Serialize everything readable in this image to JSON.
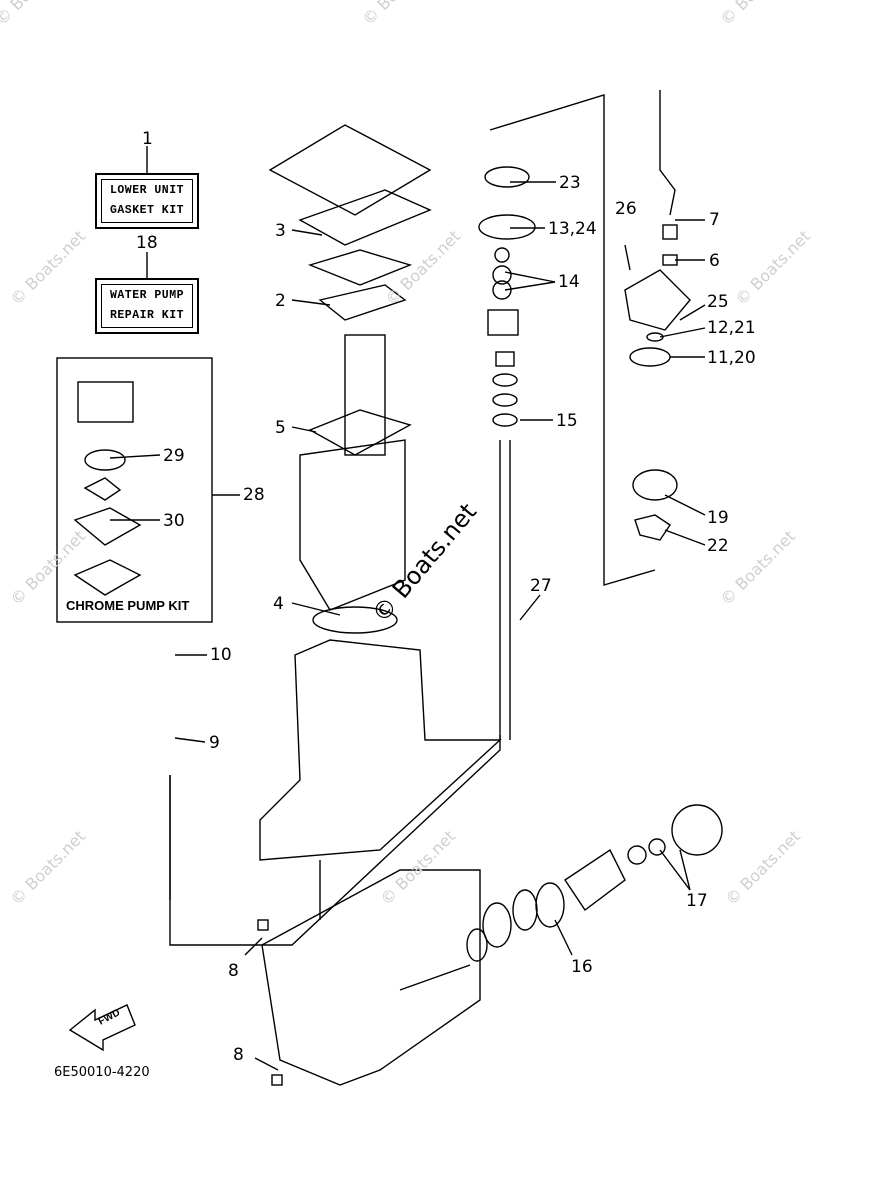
{
  "watermark": "© Boats.net",
  "part_number": "6E50010-4220",
  "kits": {
    "gasket_kit": {
      "ref": "1",
      "line1": "LOWER UNIT",
      "line2": "GASKET KIT"
    },
    "pump_kit": {
      "ref": "18",
      "line1": "WATER PUMP",
      "line2": "REPAIR KIT"
    },
    "chrome_pump_kit": {
      "ref": "28",
      "label": "CHROME PUMP KIT"
    }
  },
  "fwd_label": "FWD",
  "callouts": {
    "c2": "2",
    "c3": "3",
    "c4": "4",
    "c5": "5",
    "c6": "6",
    "c7": "7",
    "c8a": "8",
    "c8b": "8",
    "c9": "9",
    "c10": "10",
    "c11": "11,20",
    "c12": "12,21",
    "c13": "13,24",
    "c14": "14",
    "c15": "15",
    "c16": "16",
    "c17": "17",
    "c19": "19",
    "c22": "22",
    "c23": "23",
    "c25": "25",
    "c26": "26",
    "c27": "27",
    "c29": "29",
    "c30": "30"
  }
}
